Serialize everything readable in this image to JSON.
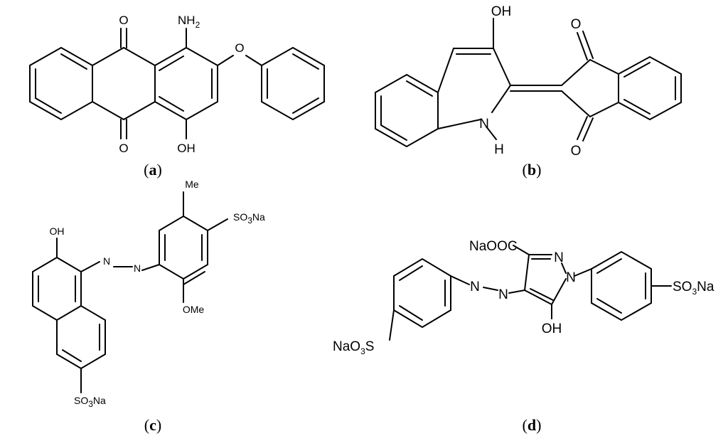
{
  "panels": [
    {
      "id": "a",
      "caption_open": "(",
      "caption_letter": "a",
      "caption_close": ")",
      "atoms": {
        "carbonyl_top": "O",
        "carbonyl_bottom": "O",
        "amine": "NH",
        "amine_sub": "2",
        "ether": "O",
        "hydroxyl": "OH"
      }
    },
    {
      "id": "b",
      "caption_open": "(",
      "caption_letter": "b",
      "caption_close": ")",
      "atoms": {
        "hydroxyl": "OH",
        "carbonyl_top": "O",
        "carbonyl_bottom": "O",
        "ring_n": "N",
        "n_h": "H"
      }
    },
    {
      "id": "c",
      "caption_open": "(",
      "caption_letter": "c",
      "caption_close": ")",
      "atoms": {
        "hydroxyl": "OH",
        "methyl": "Me",
        "sulfonate_top_pre": "SO",
        "sulfonate_top_sub": "3",
        "sulfonate_top_post": "Na",
        "azo_n1": "N",
        "azo_n2": "N",
        "methoxy": "OMe",
        "sulfonate_bottom_pre": "SO",
        "sulfonate_bottom_sub": "3",
        "sulfonate_bottom_post": "Na"
      }
    },
    {
      "id": "d",
      "caption_open": "(",
      "caption_letter": "d",
      "caption_close": ")",
      "atoms": {
        "carboxylate": "NaOOC",
        "pyrazole_n1": "N",
        "pyrazole_n2": "N",
        "azo_n1": "N",
        "azo_n2": "N",
        "hydroxyl": "OH",
        "sulfonate_right_pre": "SO",
        "sulfonate_right_sub": "3",
        "sulfonate_right_post": "Na",
        "sulfonate_left_pre": "NaO",
        "sulfonate_left_sub": "3",
        "sulfonate_left_post": "S"
      }
    }
  ]
}
